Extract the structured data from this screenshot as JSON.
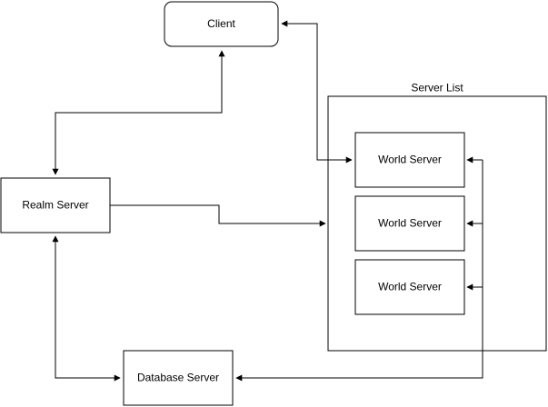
{
  "diagram": {
    "nodes": {
      "client": {
        "label": "Client"
      },
      "realm_server": {
        "label": "Realm Server"
      },
      "database_server": {
        "label": "Database Server"
      },
      "server_list": {
        "label": "Server List"
      },
      "world_servers": [
        {
          "label": "World Server"
        },
        {
          "label": "World Server"
        },
        {
          "label": "World Server"
        }
      ]
    },
    "edges": [
      {
        "from": "client",
        "to": "realm_server",
        "direction": "both"
      },
      {
        "from": "client",
        "to": "world_servers.0",
        "direction": "both"
      },
      {
        "from": "realm_server",
        "to": "server_list",
        "direction": "forward"
      },
      {
        "from": "realm_server",
        "to": "database_server",
        "direction": "both"
      },
      {
        "from": "world_servers",
        "to": "database_server",
        "direction": "both"
      }
    ],
    "colors": {
      "stroke": "#000000",
      "fill": "#ffffff",
      "text": "#000000"
    }
  }
}
